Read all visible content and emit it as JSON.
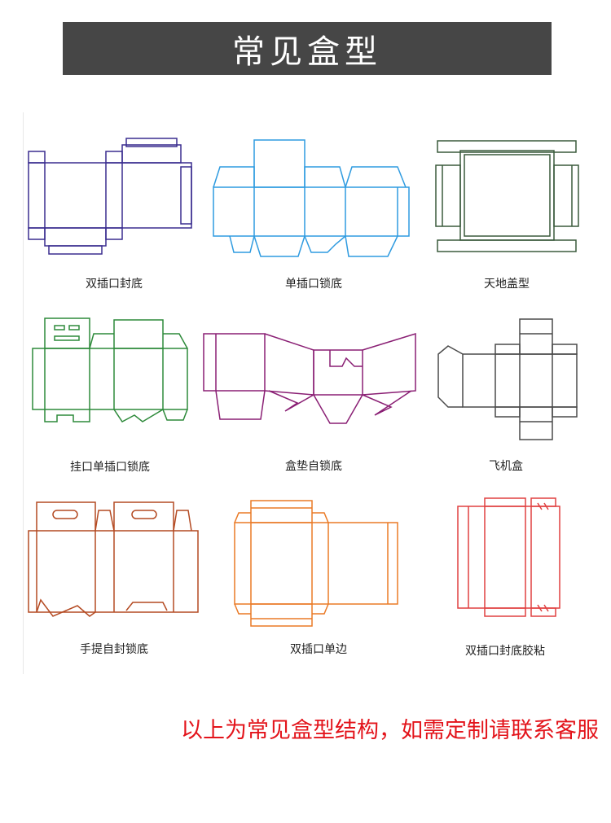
{
  "header": {
    "title": "常见盒型"
  },
  "boxes": [
    {
      "label": "双插口封底",
      "color": "#3a2d8f"
    },
    {
      "label": "单插口锁底",
      "color": "#2f9be0"
    },
    {
      "label": "天地盖型",
      "color": "#3a5a3c"
    },
    {
      "label": "挂口单插口锁底",
      "color": "#2d8a3a"
    },
    {
      "label": "盒垫自锁底",
      "color": "#8a1f74"
    },
    {
      "label": "飞机盒",
      "color": "#4a4a4a"
    },
    {
      "label": "手提自封锁底",
      "color": "#b44a22"
    },
    {
      "label": "双插口单边",
      "color": "#ea7a26"
    },
    {
      "label": "双插口封底胶粘",
      "color": "#e04040"
    }
  ],
  "footer": {
    "note": "以上为常见盒型结构，如需定制请联系客服"
  }
}
